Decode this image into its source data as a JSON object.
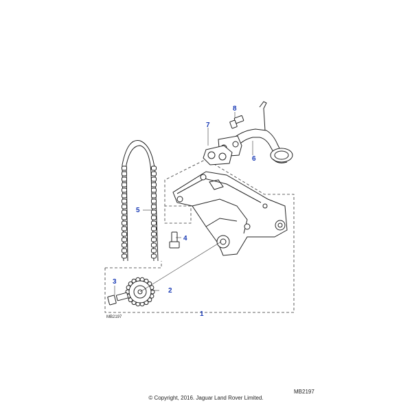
{
  "callouts": {
    "c1": "1",
    "c2": "2",
    "c3": "3",
    "c4": "4",
    "c5": "5",
    "c6": "6",
    "c7": "7",
    "c8": "8"
  },
  "inner_ref": "MB2197",
  "footer_ref": "MB2197",
  "copyright": "© Copyright, 2016. Jaguar Land Rover Limited.",
  "colors": {
    "callout": "#1a3bb5",
    "line": "#222222"
  }
}
